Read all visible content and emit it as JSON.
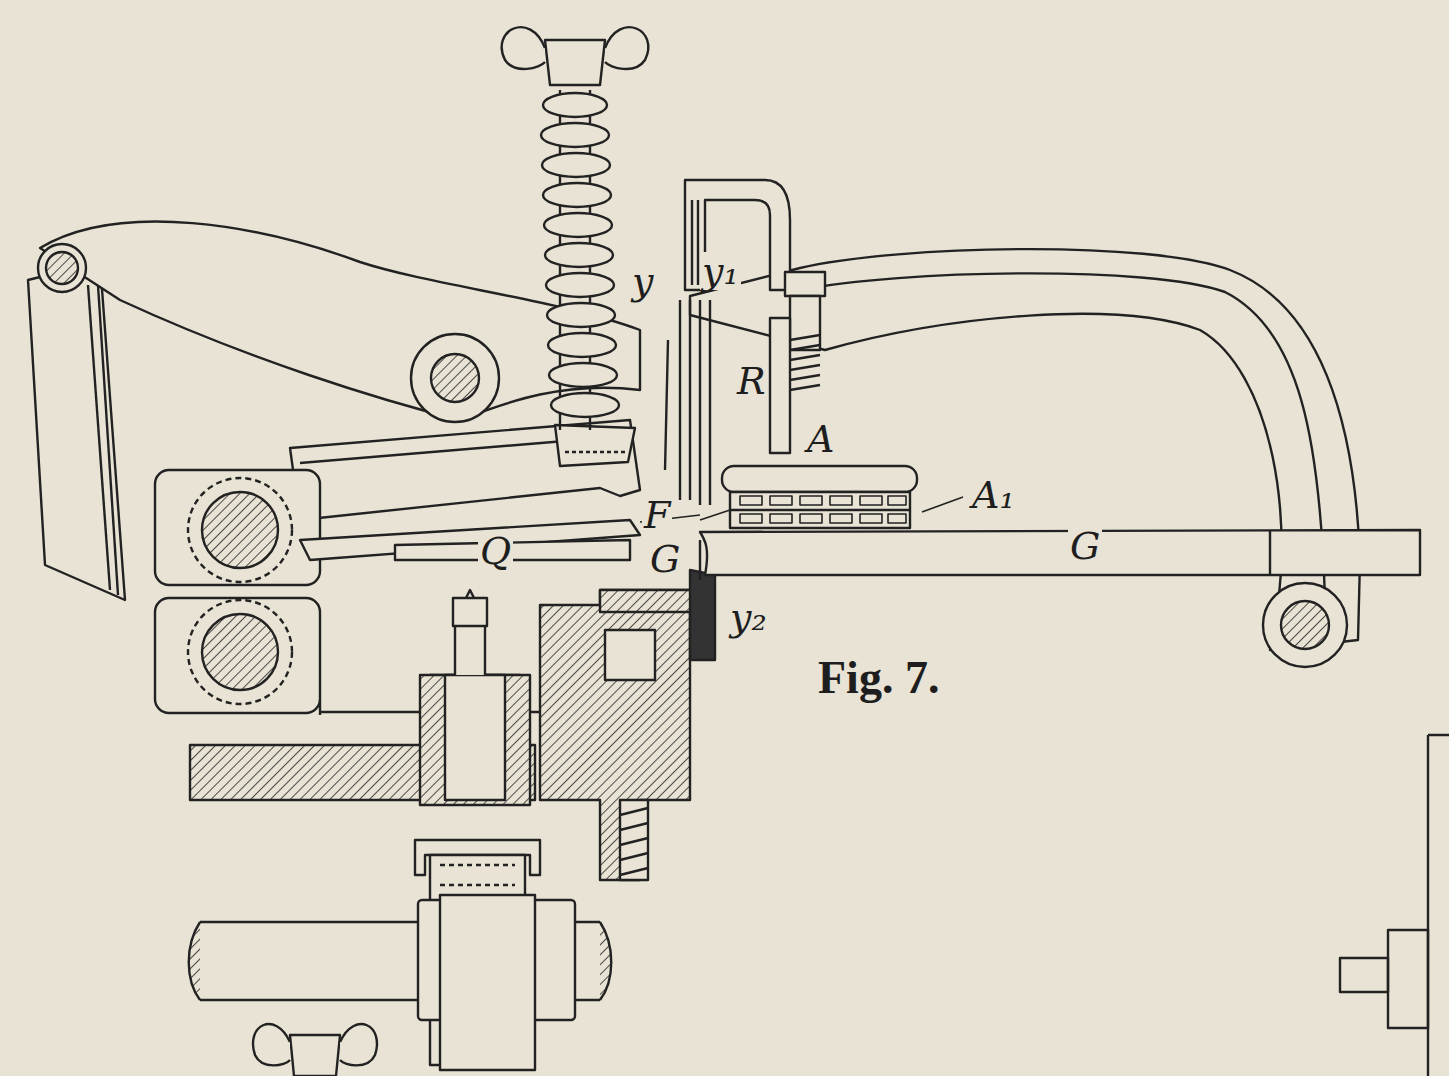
{
  "diagram": {
    "caption": "Fig. 7.",
    "labels": [
      "y",
      "y₁",
      "R",
      "A",
      "A₁",
      "F",
      "Q",
      "G",
      "G",
      "y₂"
    ]
  }
}
